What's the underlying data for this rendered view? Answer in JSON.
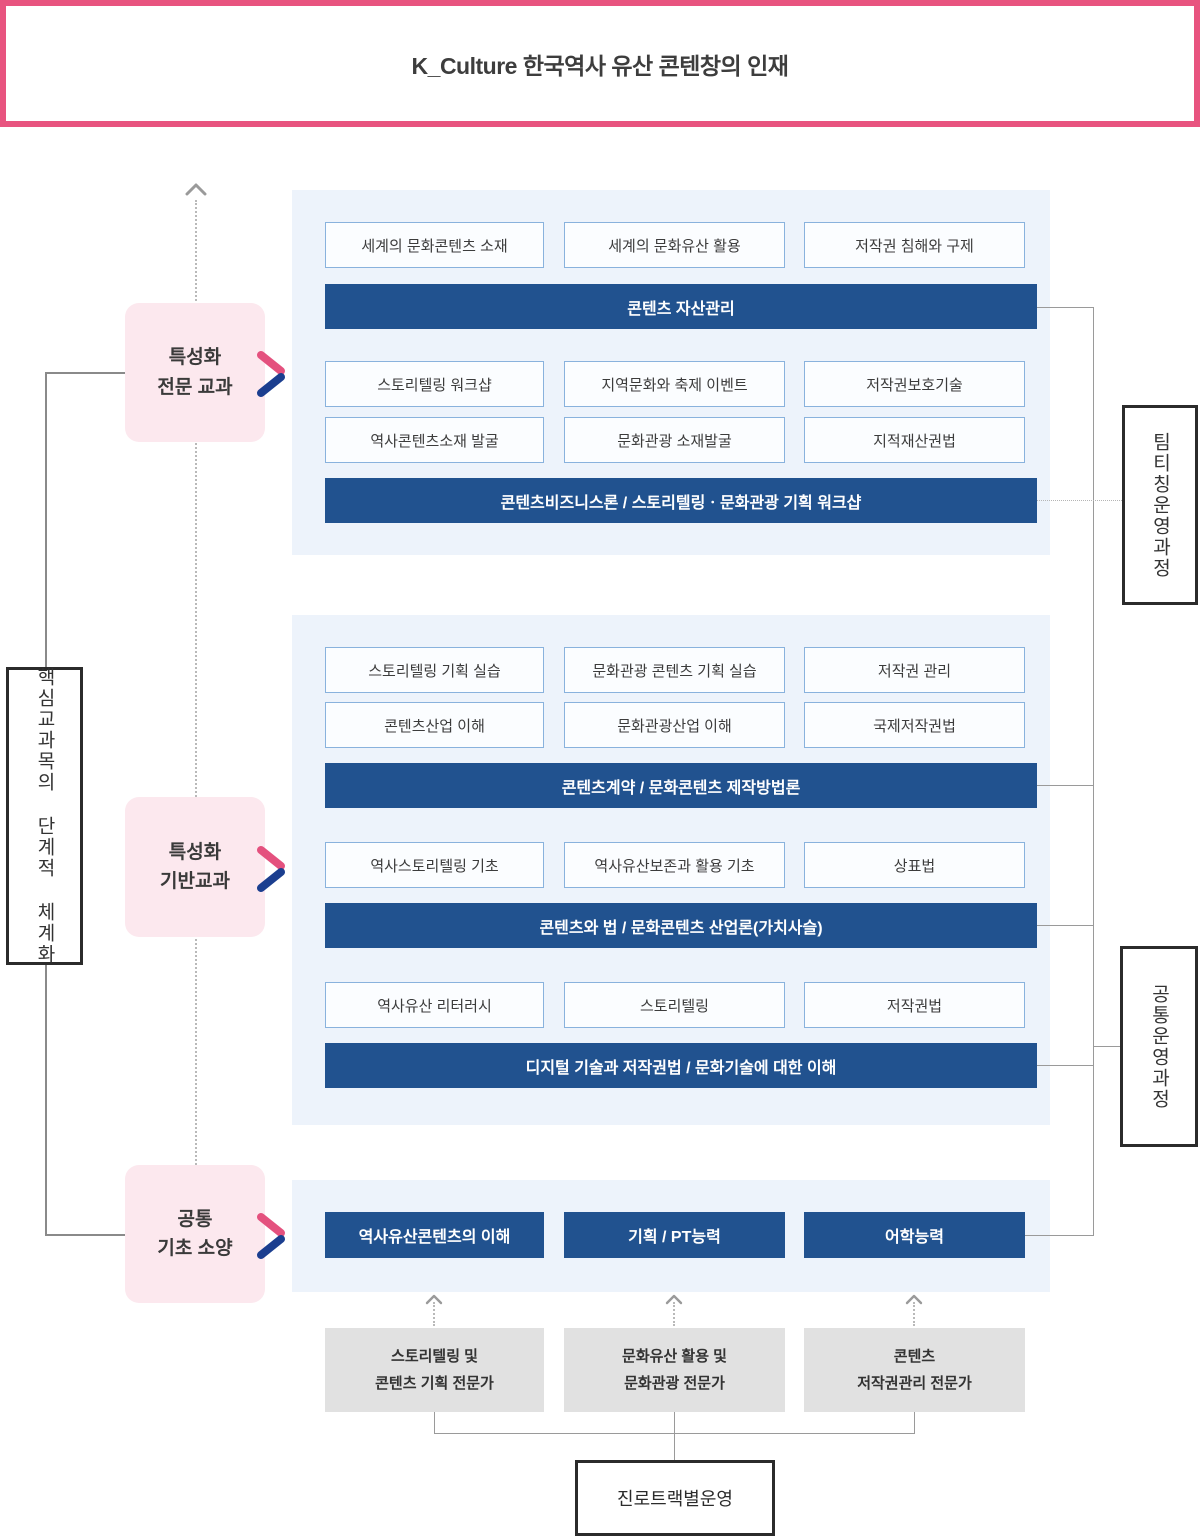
{
  "header": {
    "title": "K_Culture 한국역사 유산 콘텐창의 인재"
  },
  "left_axis": {
    "core_label": "핵심교과목의 단계적 체계화",
    "tiers": [
      {
        "line1": "특성화",
        "line2": "전문 교과"
      },
      {
        "line1": "특성화",
        "line2": "기반교과"
      },
      {
        "line1": "공통",
        "line2": "기초 소양"
      }
    ]
  },
  "right_axis": {
    "team_teaching_label": "팀티칭운영과정",
    "common_operation_label": "공통운영과정"
  },
  "panel_advanced": {
    "row1": [
      "세계의 문화콘텐츠 소재",
      "세계의 문화유산 활용",
      "저작권 침해와 구제"
    ],
    "bar1": "콘텐츠 자산관리",
    "row2": [
      "스토리텔링 워크샵",
      "지역문화와 축제 이벤트",
      "저작권보호기술"
    ],
    "row3": [
      "역사콘텐츠소재 발굴",
      "문화관광 소재발굴",
      "지적재산권법"
    ],
    "bar2": "콘텐츠비즈니스론 / 스토리텔링ㆍ문화관광 기획 워크샵"
  },
  "panel_foundation": {
    "row1": [
      "스토리텔링 기획 실습",
      "문화관광 콘텐츠 기획 실습",
      "저작권 관리"
    ],
    "row2": [
      "콘텐츠산업 이해",
      "문화관광산업 이해",
      "국제저작권법"
    ],
    "bar1": "콘텐츠계약 / 문화콘텐츠 제작방법론",
    "row3": [
      "역사스토리텔링 기초",
      "역사유산보존과 활용 기초",
      "상표법"
    ],
    "bar2": "콘텐츠와 법 / 문화콘텐츠 산업론(가치사슬)",
    "row4": [
      "역사유산 리터러시",
      "스토리텔링",
      "저작권법"
    ],
    "bar3": "디지털 기술과 저작권법 / 문화기술에 대한 이해"
  },
  "panel_common": {
    "competencies": [
      "역사유산콘텐츠의 이해",
      "기획 / PT능력",
      "어학능력"
    ]
  },
  "career": {
    "experts": [
      {
        "line1": "스토리텔링 및",
        "line2": "콘텐츠 기획 전문가"
      },
      {
        "line1": "문화유산 활용 및",
        "line2": "문화관광 전문가"
      },
      {
        "line1": "콘텐츠",
        "line2": "저작권관리 전문가"
      }
    ],
    "track_label": "진로트랙별운영"
  },
  "colors": {
    "accent_pink": "#e8547f",
    "deep_blue": "#21528f",
    "panel_blue": "#edf3fb",
    "box_border_blue": "#89b2dd",
    "pink_box_bg": "#fce8ee",
    "chevron_pink": "#e4517e",
    "chevron_blue": "#1b3e8f"
  }
}
